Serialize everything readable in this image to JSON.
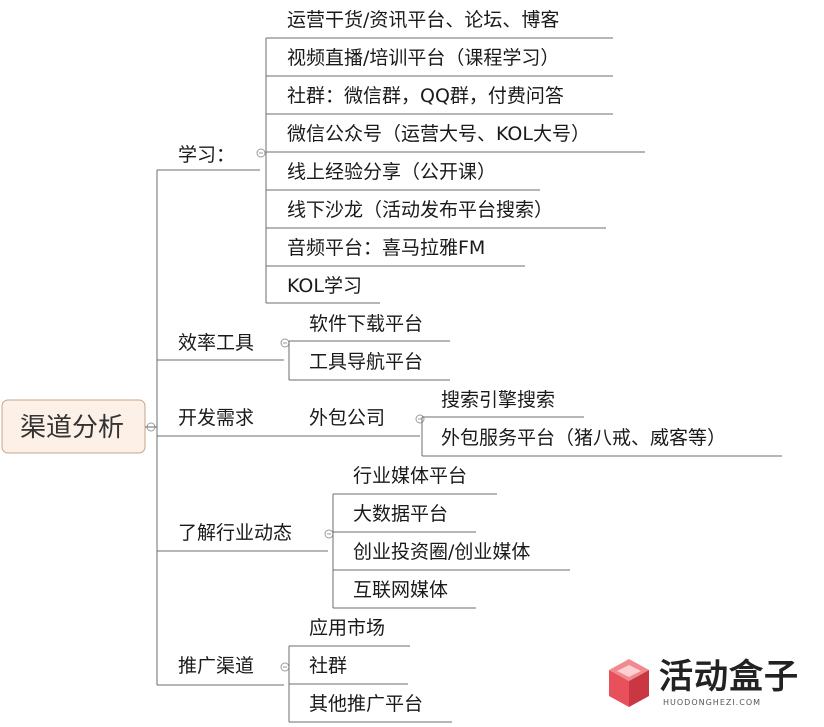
{
  "root": {
    "label": "渠道分析"
  },
  "branches": [
    {
      "label": "学习：",
      "children": [
        "运营干货/资讯平台、论坛、博客",
        "视频直播/培训平台（课程学习）",
        "社群：微信群，QQ群，付费问答",
        "微信公众号（运营大号、KOL大号）",
        "线上经验分享（公开课）",
        "线下沙龙（活动发布平台搜索）",
        "音频平台：喜马拉雅FM",
        "KOL学习"
      ]
    },
    {
      "label": "效率工具",
      "children": [
        "软件下载平台",
        "工具导航平台"
      ]
    },
    {
      "label": "开发需求",
      "sub": {
        "label": "外包公司",
        "children": [
          "搜索引擎搜索",
          "外包服务平台（猪八戒、威客等）"
        ]
      }
    },
    {
      "label": "了解行业动态",
      "children": [
        "行业媒体平台",
        "大数据平台",
        "创业投资圈/创业媒体",
        "互联网媒体"
      ]
    },
    {
      "label": "推广渠道",
      "children": [
        "应用市场",
        "社群",
        "其他推广平台"
      ]
    }
  ],
  "logo": {
    "text": "活动盒子",
    "subtext": "HUODONGHEZI.COM",
    "icon": "cube-logo-icon",
    "accent": "#e8505b"
  },
  "colors": {
    "root_fill": "#fdf1e7",
    "root_stroke": "#c8a48a",
    "line": "#6d6d6d"
  }
}
